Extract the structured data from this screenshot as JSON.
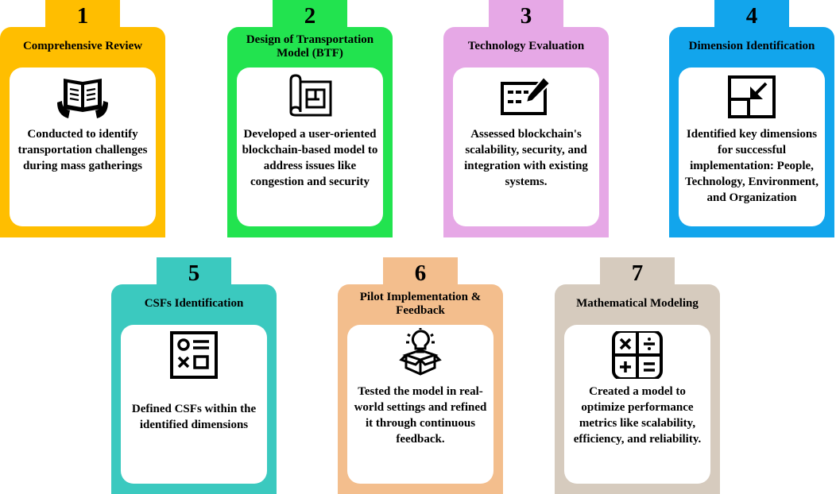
{
  "steps": [
    {
      "number": "1",
      "title": "Comprehensive Review",
      "icon": "book-icon",
      "color": "#FFBE00",
      "description": "Conducted to identify transportation challenges during mass gatherings"
    },
    {
      "number": "2",
      "title": "Design of Transportation Model (BTF)",
      "icon": "blueprint-icon",
      "color": "#22E34F",
      "description": "Developed a user-oriented blockchain-based model to address issues like congestion and security"
    },
    {
      "number": "3",
      "title": "Technology Evaluation",
      "icon": "evaluation-form-icon",
      "color": "#E6A8E6",
      "description": "Assessed blockchain's scalability, security, and integration with existing systems."
    },
    {
      "number": "4",
      "title": "Dimension Identification",
      "icon": "resize-icon",
      "color": "#12A5EC",
      "description": "Identified key dimensions for successful implementation: People, Technology, Environment, and Organization"
    },
    {
      "number": "5",
      "title": "CSFs Identification",
      "icon": "checklist-icon",
      "color": "#3BC9BF",
      "description": "Defined CSFs within the identified dimensions"
    },
    {
      "number": "6",
      "title": "Pilot Implementation & Feedback",
      "icon": "lightbulb-box-icon",
      "color": "#F3BE8D",
      "description": "Tested the model in real-world settings and refined it through continuous feedback."
    },
    {
      "number": "7",
      "title": "Mathematical Modeling",
      "icon": "calculator-icon",
      "color": "#D6CBBE",
      "description": "Created a model to optimize performance metrics like scalability, efficiency, and reliability."
    }
  ]
}
